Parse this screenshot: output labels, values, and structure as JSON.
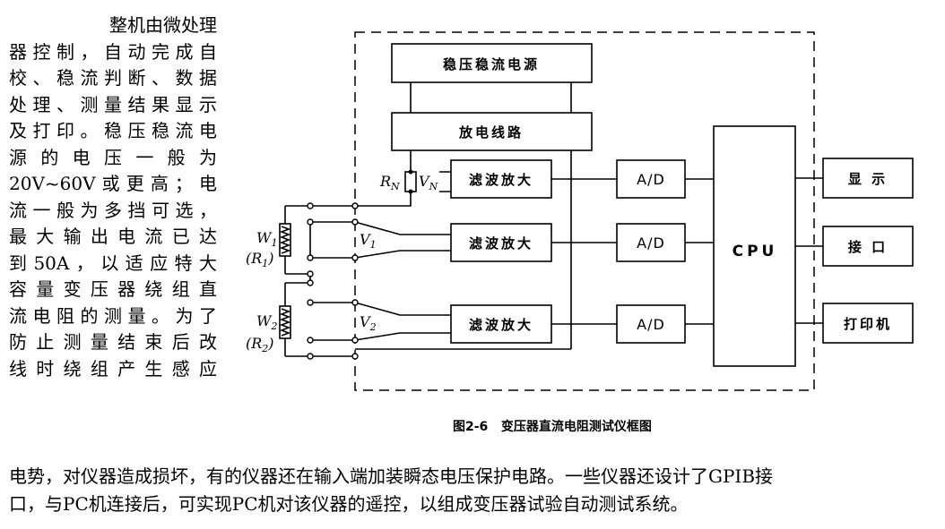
{
  "side_text": {
    "lines": [
      "整机由微处理",
      "器控制，自动完成自",
      "校、稳流判断、数据",
      "处理、测量结果显示",
      "及打印。稳压稳流电",
      "源 的 电 压 一 般 为",
      "20V~60V或更高；电",
      "流一般为多挡可选，",
      "最大输出电流已达",
      "到50A，以适应特大",
      "容量变压器绕组直",
      "流电阻的测量。为了",
      "防止测量结束后改",
      "线时绕组产生感应"
    ]
  },
  "bottom_text": {
    "lines": [
      "电势，对仪器造成损坏，有的仪器还在输入端加装瞬态电压保护电路。一些仪器还设计了GPIB接",
      "口，与PC机连接后，可实现PC机对该仪器的遥控，以组成变压器试验自动测试系统。"
    ]
  },
  "figure": {
    "caption": "图2-6   变压器直流电阻测试仪框图",
    "blocks": {
      "power_supply": "稳压稳流电源",
      "discharge": "放电线路",
      "amp1": "滤波放大",
      "amp2": "滤波放大",
      "amp3": "滤波放大",
      "ad1": "A/D",
      "ad2": "A/D",
      "ad3": "A/D",
      "cpu": "CPU",
      "display": "显 示",
      "interface": "接 口",
      "printer": "打印机"
    },
    "symbols": {
      "rn": "R",
      "rn_sub": "N",
      "vn": "V",
      "vn_sub": "N",
      "v1": "V",
      "v1_sub": "1",
      "v2": "V",
      "v2_sub": "2",
      "w1": "W",
      "w1_sub": "1",
      "r1_open": "(R",
      "r1_sub": "1",
      "r1_close": ")",
      "w2": "W",
      "w2_sub": "2",
      "r2_open": "(R",
      "r2_sub": "2",
      "r2_close": ")"
    }
  }
}
